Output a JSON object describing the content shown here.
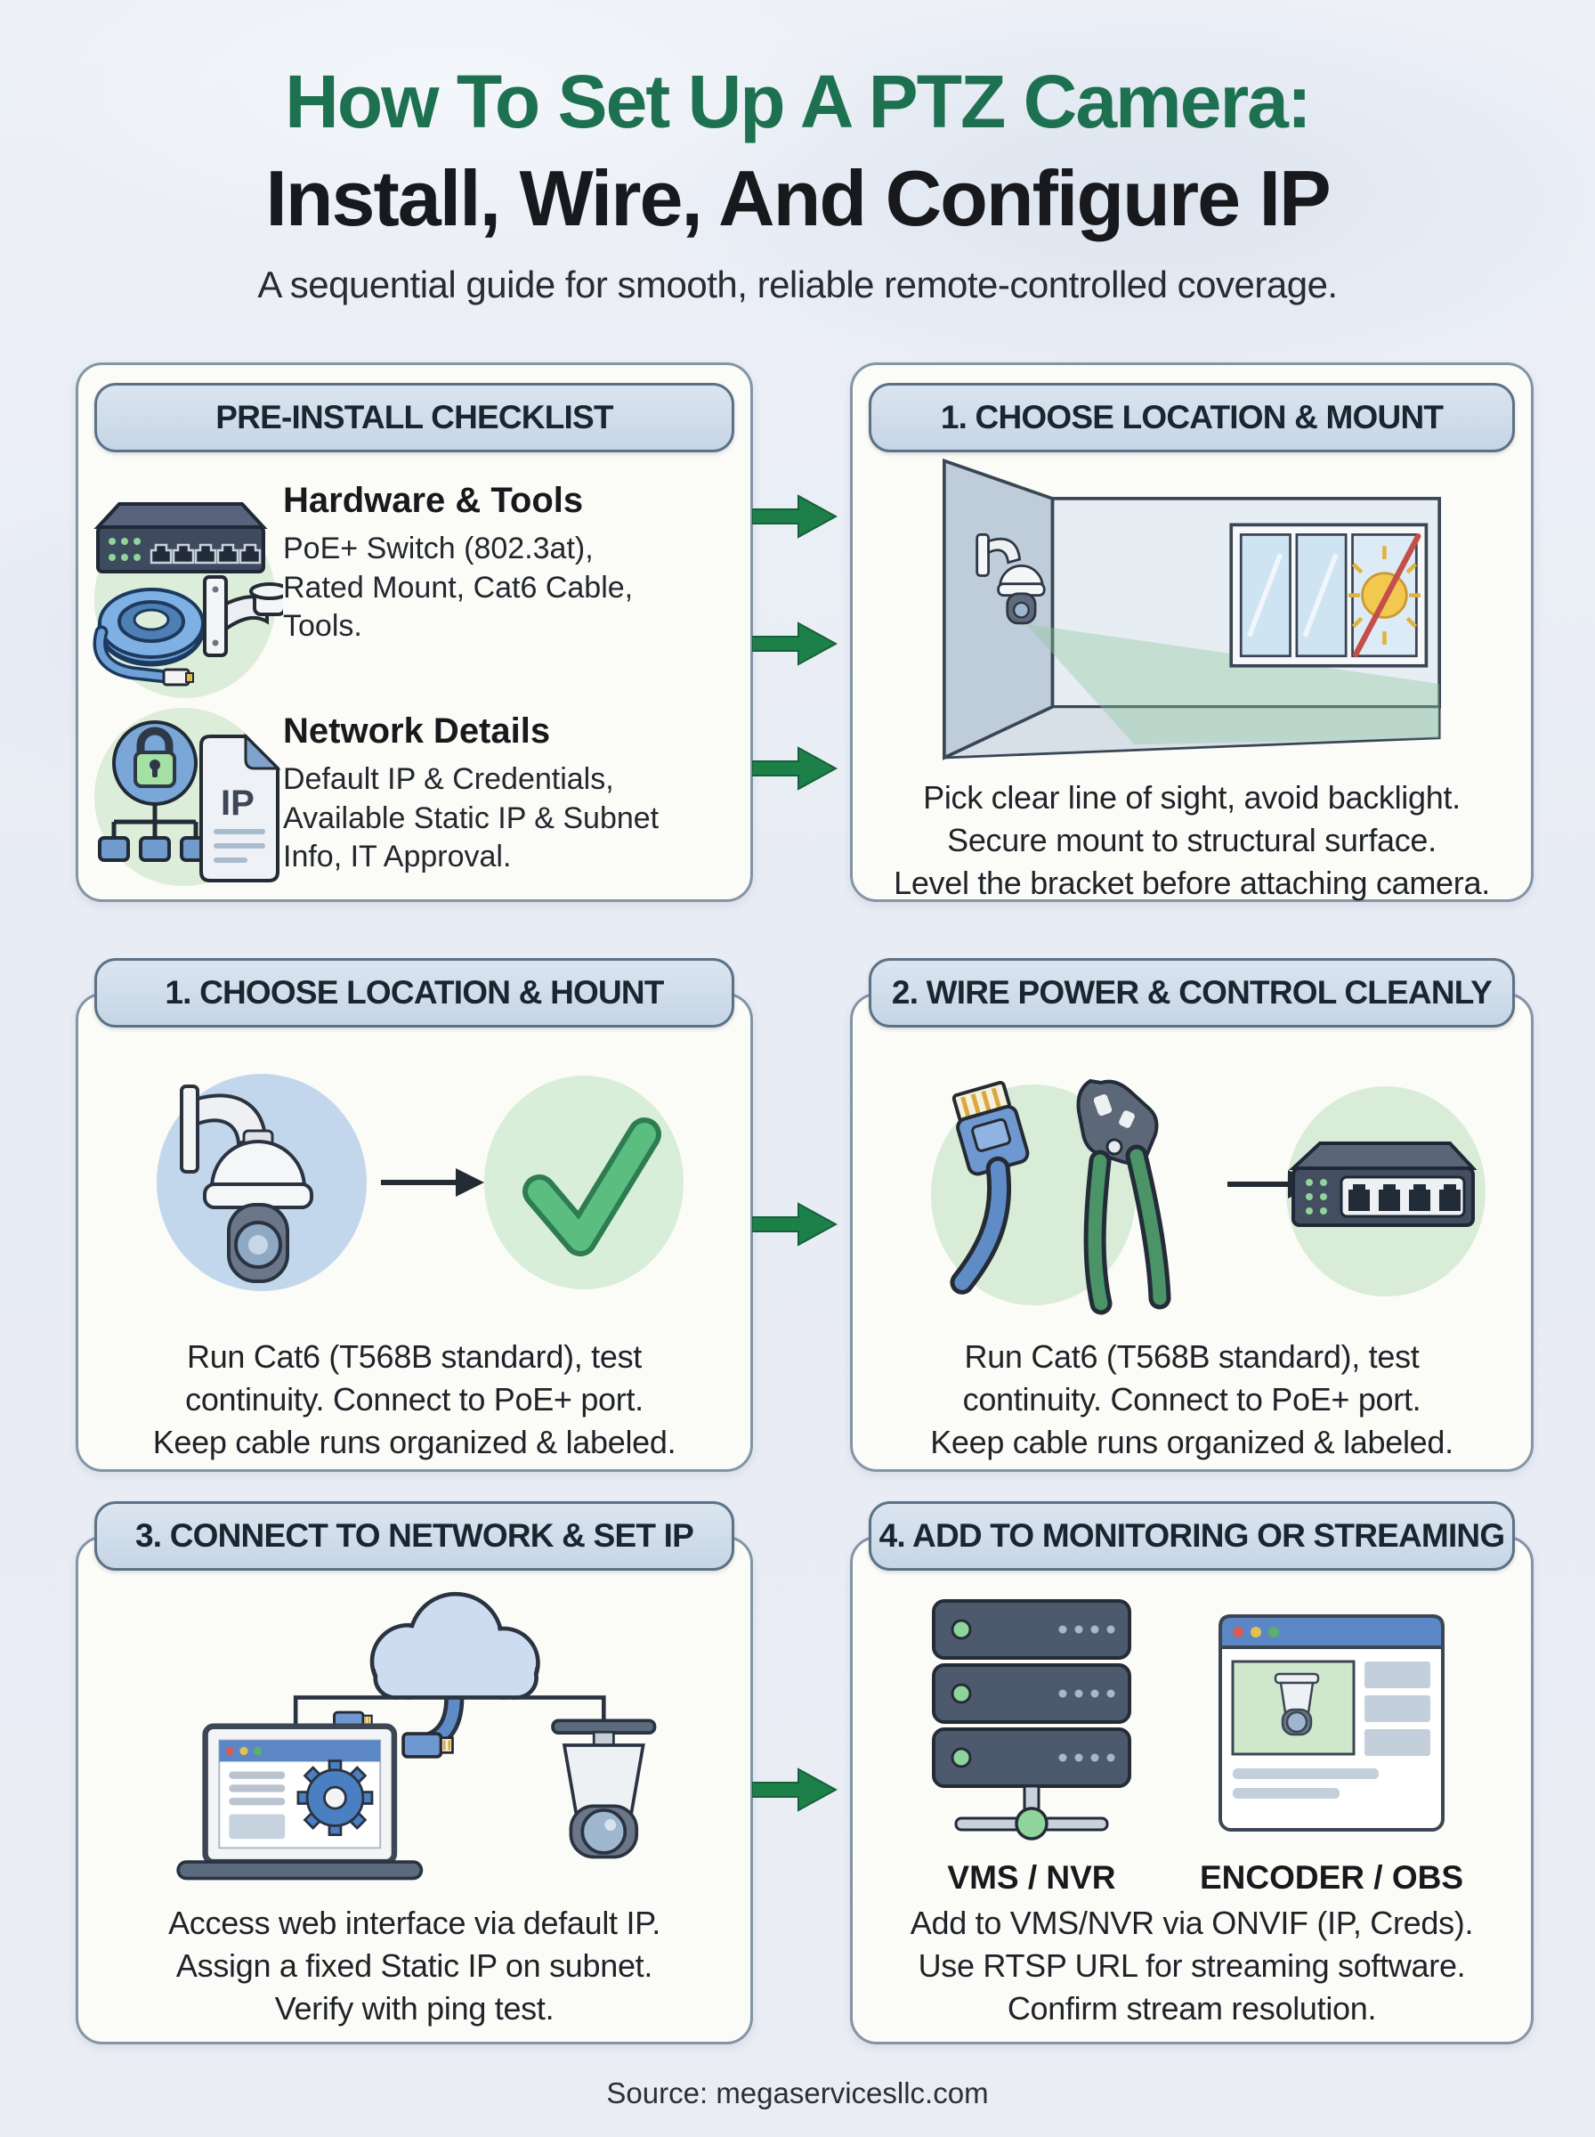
{
  "page": {
    "title_line1": "How To Set Up A PTZ Camera:",
    "title_line2": "Install, Wire, And Configure IP",
    "subtitle": "A sequential guide for smooth, reliable remote-controlled coverage.",
    "footer": "Source: megaservicesllc.com",
    "colors": {
      "title_green": "#1d7150",
      "title_dark": "#17191d",
      "arrow_green": "#1e8049",
      "card_bg": "#fbfbf7",
      "card_border": "#8295a7",
      "header_pill_bg": "#cfdcea",
      "header_pill_border": "#5d7186"
    }
  },
  "icons": {
    "ip_doc_label": "IP"
  },
  "cards": {
    "pre_install": {
      "header": "PRE-INSTALL CHECKLIST",
      "hardware": {
        "heading": "Hardware & Tools",
        "lines": [
          "PoE+ Switch (802.3at),",
          "Rated Mount, Cat6 Cable,",
          "Tools."
        ]
      },
      "network": {
        "heading": "Network Details",
        "lines": [
          "Default IP & Credentials,",
          "Available Static IP & Subnet",
          "Info, IT Approval."
        ]
      }
    },
    "step1_mount": {
      "header": "1. CHOOSE LOCATION & MOUNT",
      "lines": [
        "Pick clear line of sight, avoid backlight.",
        "Secure mount to structural surface.",
        "Level the bracket before attaching camera."
      ]
    },
    "step1_hount": {
      "header": "1. CHOOSE LOCATION & HOUNT",
      "lines": [
        "Run Cat6 (T568B standard), test",
        "continuity. Connect to PoE+ port.",
        "Keep cable runs organized & labeled."
      ]
    },
    "step2_wire": {
      "header": "2. WIRE POWER & CONTROL CLEANLY",
      "lines": [
        "Run Cat6 (T568B standard), test",
        "continuity. Connect to PoE+ port.",
        "Keep cable runs organized & labeled."
      ]
    },
    "step3_network": {
      "header": "3. CONNECT TO NETWORK & SET IP",
      "lines": [
        "Access web interface via default IP.",
        "Assign a fixed Static IP on subnet.",
        "Verify with ping test."
      ]
    },
    "step4_monitor": {
      "header": "4. ADD TO MONITORING OR STREAMING",
      "label_left": "VMS / NVR",
      "label_right": "ENCODER / OBS",
      "lines": [
        "Add to VMS/NVR via ONVIF (IP, Creds).",
        "Use RTSP URL for streaming software.",
        "Confirm stream resolution."
      ]
    }
  }
}
